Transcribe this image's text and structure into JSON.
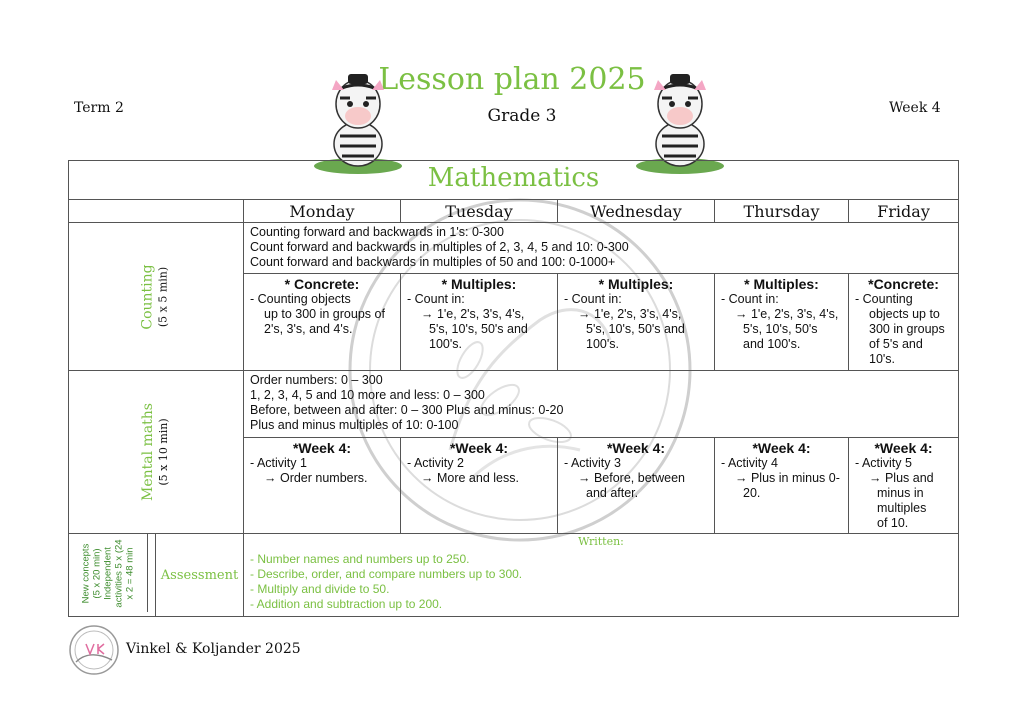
{
  "header": {
    "title": "Lesson plan 2025",
    "grade": "Grade 3",
    "term": "Term 2",
    "week": "Week 4"
  },
  "table": {
    "subject": "Mathematics",
    "days": [
      "Monday",
      "Tuesday",
      "Wednesday",
      "Thursday",
      "Friday"
    ],
    "counting": {
      "label": "Counting",
      "time": "(5 x 5 min)",
      "overview": [
        "Counting forward and backwards in 1's: 0-300",
        "Count forward and backwards in multiples of 2, 3, 4, 5 and 10: 0-300",
        "Count forward and backwards in multiples of 50 and 100: 0-1000+"
      ],
      "days": [
        {
          "head": "* Concrete:",
          "lines": [
            "- Counting objects",
            "up to 300 in groups of",
            "2's, 3's, and 4's."
          ]
        },
        {
          "head": "* Multiples:",
          "lines": [
            "- Count in:",
            "→ 1'e, 2's, 3's, 4's,",
            "5's, 10's, 50's and",
            "100's."
          ]
        },
        {
          "head": "* Multiples:",
          "lines": [
            "- Count in:",
            "→ 1'e, 2's, 3's, 4's,",
            "5's, 10's, 50's and",
            "100's."
          ]
        },
        {
          "head": "* Multiples:",
          "lines": [
            "- Count in:",
            "→ 1'e, 2's, 3's, 4's,",
            "5's, 10's, 50's",
            "and 100's."
          ]
        },
        {
          "head": "*Concrete:",
          "lines": [
            "- Counting",
            "objects up to",
            "300 in groups",
            "of 5's and",
            "10's."
          ]
        }
      ]
    },
    "mental": {
      "label": "Mental maths",
      "time": "(5 x 10 min)",
      "overview": [
        "Order numbers: 0 – 300",
        "1, 2, 3, 4, 5 and 10 more and less: 0 – 300",
        "Before, between and after: 0 – 300 Plus and minus: 0-20",
        "Plus and minus multiples of 10: 0-100"
      ],
      "days": [
        {
          "head": "*Week 4:",
          "lines": [
            "- Activity 1",
            "→ Order numbers."
          ]
        },
        {
          "head": "*Week 4:",
          "lines": [
            "- Activity 2",
            "→ More and less."
          ]
        },
        {
          "head": "*Week 4:",
          "lines": [
            "- Activity 3",
            "→ Before, between",
            "and after."
          ]
        },
        {
          "head": "*Week 4:",
          "lines": [
            "- Activity 4",
            "→ Plus in minus 0-",
            "20."
          ]
        },
        {
          "head": "*Week 4:",
          "lines": [
            "- Activity 5",
            "→ Plus and",
            "minus in",
            "multiples",
            "of 10."
          ]
        }
      ]
    },
    "assessment": {
      "side_1": "New concepts",
      "side_2": "(5 x 20 min)",
      "side_3": "Independent",
      "side_4": "activities 5 x (24",
      "side_5": "x 2 = 48 min",
      "label": "Assessment",
      "written": "Written:",
      "items": [
        "- Number names and numbers up to 250.",
        "- Describe, order, and compare numbers up to 300.",
        "- Multiply and divide to 50.",
        "- Addition and subtraction up to 200."
      ]
    }
  },
  "footer": {
    "brand": "Vinkel & Koljander 2025"
  },
  "colors": {
    "accent_green": "#7bc043",
    "border": "#555555"
  }
}
